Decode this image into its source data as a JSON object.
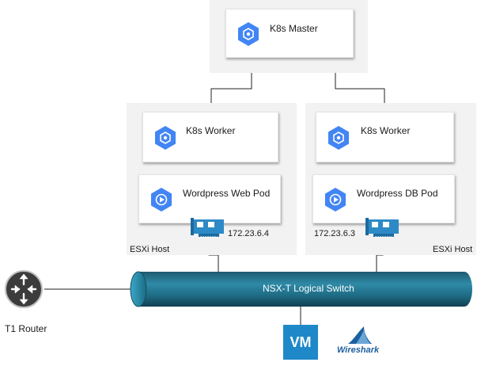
{
  "master": {
    "label": "K8s Master",
    "icon": "kubernetes-hexagon-icon"
  },
  "hosts": [
    {
      "host_label": "ESXi Host",
      "worker_label": "K8s Worker",
      "pod_label": "Wordpress Web Pod",
      "ip": "172.23.6.4"
    },
    {
      "host_label": "ESXi Host",
      "worker_label": "K8s Worker",
      "pod_label": "Wordpress DB Pod",
      "ip": "172.23.6.3"
    }
  ],
  "switch": {
    "label": "NSX-T Logical Switch"
  },
  "router": {
    "label": "T1 Router"
  },
  "vm": {
    "label": "VM"
  },
  "wireshark": {
    "label": "Wireshark"
  },
  "colors": {
    "gcp_blue": "#4285f4",
    "switch_teal": "#1f6f86",
    "nic_blue": "#2d8ac7",
    "vm_blue": "#1e88c8",
    "router_dark": "#3c3c3c"
  }
}
